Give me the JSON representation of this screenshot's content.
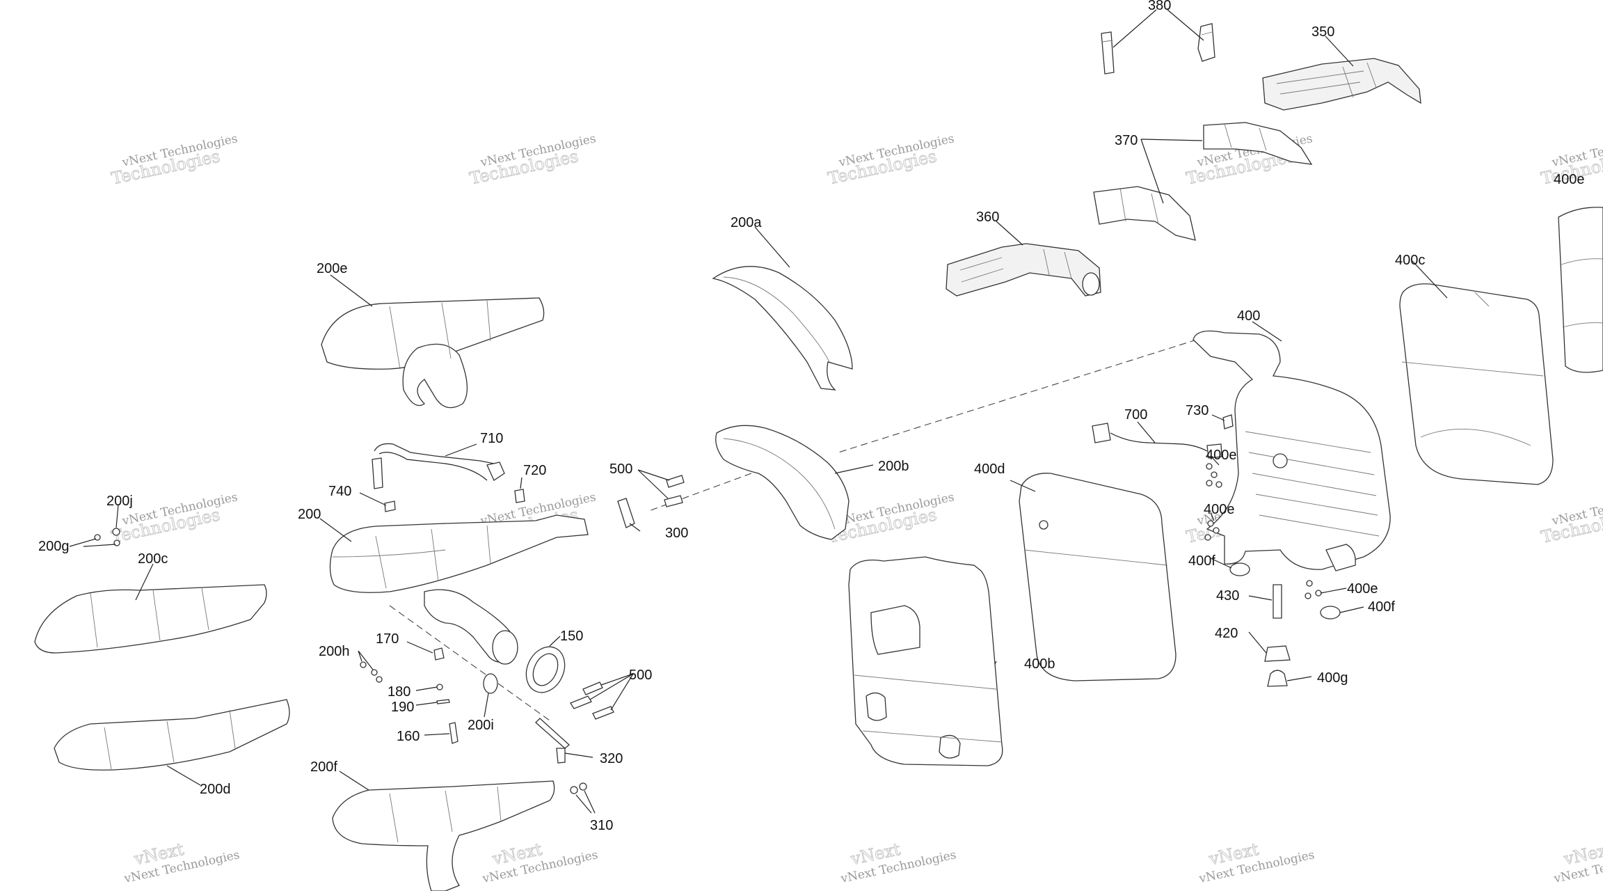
{
  "watermark": {
    "line1": "vNext Technologies",
    "line2": "Technologies",
    "line3": "vNext"
  },
  "labels": {
    "p380": "380",
    "p350": "350",
    "p370": "370",
    "p360": "360",
    "p400e_top": "400e",
    "p400c": "400c",
    "p200a": "200a",
    "p200e_top": "200e",
    "p400": "400",
    "p700": "700",
    "p730": "730",
    "p400e_a": "400e",
    "p400e_b": "400e",
    "p400d": "400d",
    "p710": "710",
    "p720": "720",
    "p500_top": "500",
    "p200b": "200b",
    "p740": "740",
    "p200j": "200j",
    "p200": "200",
    "p300": "300",
    "p200g": "200g",
    "p200c": "200c",
    "p400f_a": "400f",
    "p400e_c": "400e",
    "p430": "430",
    "p400f_b": "400f",
    "p170": "170",
    "p150": "150",
    "p200h": "200h",
    "p420": "420",
    "p500_bot": "500",
    "p400b": "400b",
    "p400g": "400g",
    "p180": "180",
    "p190": "190",
    "p200i": "200i",
    "p160": "160",
    "p320": "320",
    "p200d": "200d",
    "p200f": "200f",
    "p310": "310"
  },
  "colors": {
    "line": "#333333",
    "watermark": "#9a9a9a",
    "background": "#ffffff"
  }
}
